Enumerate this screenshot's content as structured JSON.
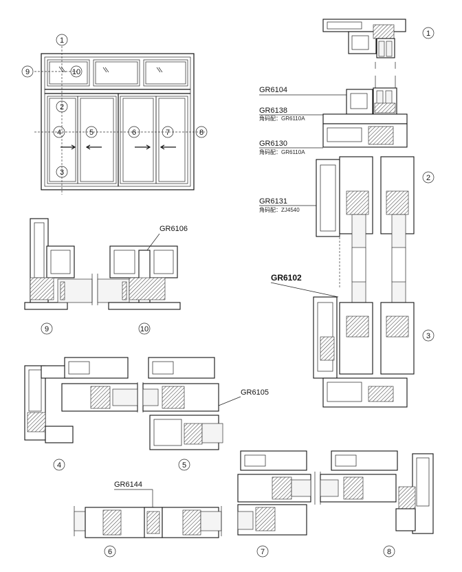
{
  "labels": {
    "gr6104": "GR6104",
    "gr6138": "GR6138",
    "gr6138_sub": "角码配：GR6110A",
    "gr6130": "GR6130",
    "gr6130_sub": "角码配：GR6110A",
    "gr6131": "GR6131",
    "gr6131_sub": "角码配：ZJ4540",
    "gr6102": "GR6102",
    "gr6106": "GR6106",
    "gr6105": "GR6105",
    "gr6144": "GR6144"
  },
  "callouts": {
    "c1": "1",
    "c2": "2",
    "c3": "3",
    "c4": "4",
    "c5": "5",
    "c6": "6",
    "c7": "7",
    "c8": "8",
    "c9": "9",
    "c10": "10"
  }
}
